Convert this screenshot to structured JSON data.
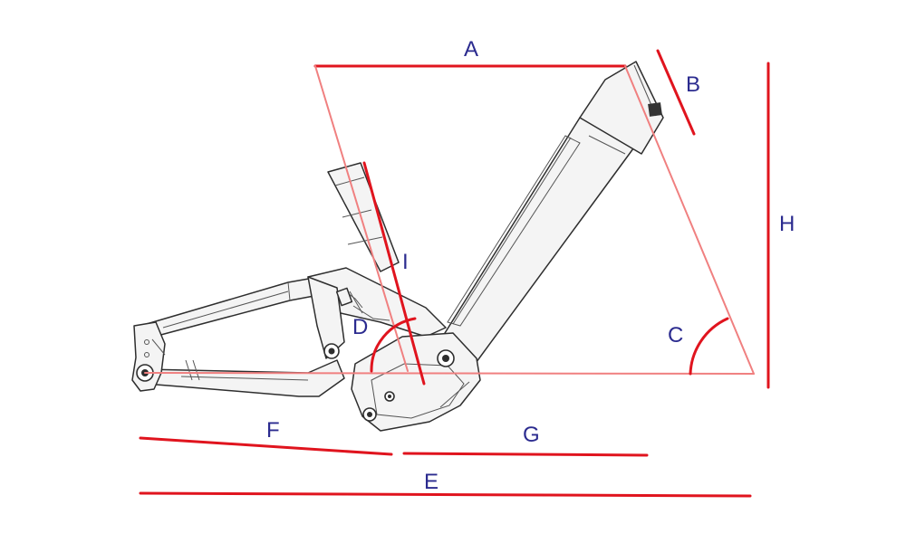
{
  "labels": {
    "A": "A",
    "B": "B",
    "C": "C",
    "D": "D",
    "E": "E",
    "F": "F",
    "G": "G",
    "H": "H",
    "I": "I"
  },
  "colors": {
    "measurement_line": "#e0141e",
    "label_text": "#2b2b8f",
    "frame_outline": "#2e2e2e"
  }
}
